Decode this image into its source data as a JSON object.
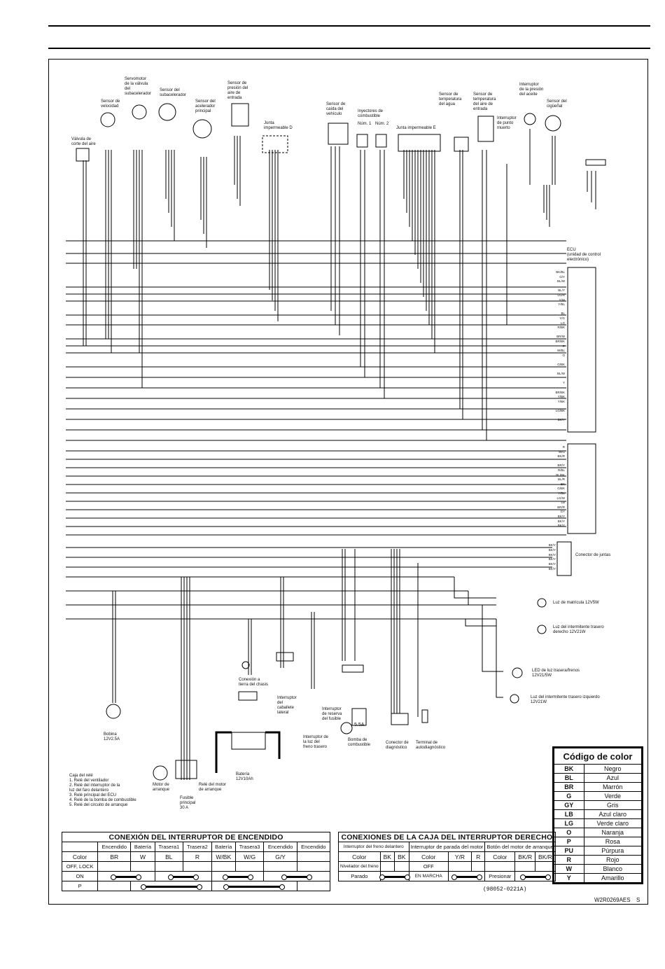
{
  "components": {
    "valvula_corte": "Válvula de\ncorte del aire",
    "sensor_velocidad": "Sensor de\nvelocidad",
    "servomotor": "Servomotor\nde la válvula\ndel\nsubacelerador",
    "sensor_subacelerador": "Sensor del\nsubacelerador",
    "sensor_acelerador": "Sensor del\nacelerador\nprincipal",
    "sensor_presion": "Sensor de\npresión del\naire de\nentrada",
    "junta_d": "Junta\nimpermeable D",
    "sensor_caida": "Sensor de\ncaída del\nvehículo",
    "inyectores": "Inyectores de\ncombustible",
    "num1": "Núm. 1",
    "num2": "Núm. 2",
    "junta_e": "Junta impermeable E",
    "sensor_temp_agua": "Sensor de\ntemperatura\ndel agua",
    "sensor_temp_aire": "Sensor de\ntemperatura\ndel aire de\nentrada",
    "interruptor_punto_muerto": "Interruptor\nde punto\nmuerto",
    "interruptor_presion_aceite": "Interruptor\nde la presión\ndel aceite",
    "sensor_ciguenal": "Sensor del\ncigüeñal",
    "ecu": "ECU\n(unidad de control\nelectrónico)",
    "conector_juntas": "Conector de juntas",
    "luz_matricula": "Luz de matrícula 12V5W",
    "intermitente_trasero_derecho": "Luz del intermitente trasero\nderecho 12V21W",
    "led_trasera": "LED de luz trasera/frenos\n12V21/5W",
    "intermitente_trasero_izquierdo": "Luz del intermitente trasero izquierdo\n12V21W",
    "bobina": "Bobina\n12V2.5A",
    "conexion_tierra": "Conexión a\ntierra del chasis",
    "interruptor_caballete": "Interruptor\ndel\ncaballete\nlateral",
    "interruptor_reserva": "Interruptor\nde reserva\ndel fusible",
    "interruptor_luz_freno": "Interruptor de\nla luz del\nfreno trasero",
    "bomba_combustible": "Bomba de\ncombustible",
    "fuse_5a": "5.5A",
    "conector_diagnostico": "Conector de\ndiagnóstico",
    "terminal_autodiagnostico": "Terminal de\nautodiagnóstico",
    "bateria": "Batería\n12V10Ah",
    "motor_arranque": "Motor de\narranque",
    "fusible_principal": "Fusible\nprincipal\n30 A",
    "rele_motor": "Relé del motor\nde arranque",
    "caja_rele": "Caja del relé\n1. Relé del ventilador\n2. Relé del interruptor de la\n    luz del faro delantero\n3. Relé principal del ECU\n4. Relé de la bomba de combustible\n5. Relé del circuito de arranque"
  },
  "ecu_pins_1": [
    "BK/BL",
    "G/Y",
    "BL/W",
    "",
    "BL/Y",
    "LG/R",
    "Y/W",
    "Y/BL",
    "",
    "BL",
    "Y/G",
    "LG",
    "R/BK",
    "",
    "BR/W",
    "BR/BK",
    "P",
    "W/BL",
    "O",
    "",
    "G/BK",
    "",
    "BL/W",
    "",
    "Y",
    "",
    "BR/BK",
    "Y/BK",
    "Y/BK",
    "",
    "LG/BK",
    "",
    "BK/Y"
  ],
  "ecu_pins_2": [
    "R",
    "W/G",
    "BK/R",
    "",
    "BR/Y",
    "R/BL",
    "BL/BK",
    "BL/R",
    "BK",
    "G/BK",
    "Y/BL",
    "LG/W",
    "LB",
    "BR/R",
    "GY",
    "BK/Y",
    "BK/Y",
    "BK/Y"
  ],
  "joint_pins": [
    "BK/Y",
    "BK/Y",
    "BK/Y",
    "BK/Y",
    "BK/Y",
    "BK/Y"
  ],
  "ignition_table": {
    "title": "CONEXIÓN DEL INTERRUPTOR DE ENCENDIDO",
    "columns": [
      "Encendido",
      "Batería",
      "Trasera1",
      "Trasera2",
      "Batería",
      "Trasera3",
      "Encendido",
      "Encendido"
    ],
    "color_label": "Color",
    "colors": [
      "BR",
      "W",
      "BL",
      "R",
      "W/BK",
      "W/G",
      "G/Y",
      ""
    ],
    "rows": [
      "OFF, LOCK",
      "ON",
      "P"
    ]
  },
  "right_switch_table": {
    "title": "CONEXIONES DE LA CAJA DEL INTERRUPTOR DERECHO",
    "groups": [
      "Interruptor del freno delantero",
      "Interruptor de parada del motor",
      "Botón del motor de arranque"
    ],
    "color_label": "Color",
    "colors_front": [
      "BK",
      "BK"
    ],
    "colors_stop": [
      "Y/R",
      "R"
    ],
    "colors_start": [
      "BK/R",
      "BK/R"
    ],
    "row_labels": [
      "Nivelador del freno",
      "Parado"
    ],
    "stop_states": [
      "OFF",
      "EN MARCHA"
    ],
    "start_state": "Presionar",
    "code": "(98052-0221A)"
  },
  "color_code": {
    "title": "Código de color",
    "entries": [
      {
        "code": "BK",
        "name": "Negro"
      },
      {
        "code": "BL",
        "name": "Azul"
      },
      {
        "code": "BR",
        "name": "Marrón"
      },
      {
        "code": "G",
        "name": "Verde"
      },
      {
        "code": "GY",
        "name": "Gris"
      },
      {
        "code": "LB",
        "name": "Azul claro"
      },
      {
        "code": "LG",
        "name": "Verde claro"
      },
      {
        "code": "O",
        "name": "Naranja"
      },
      {
        "code": "P",
        "name": "Rosa"
      },
      {
        "code": "PU",
        "name": "Púrpura"
      },
      {
        "code": "R",
        "name": "Rojo"
      },
      {
        "code": "W",
        "name": "Blanco"
      },
      {
        "code": "Y",
        "name": "Amarillo"
      }
    ]
  },
  "ref_code": "W2R0269AES",
  "ref_suffix": "S"
}
